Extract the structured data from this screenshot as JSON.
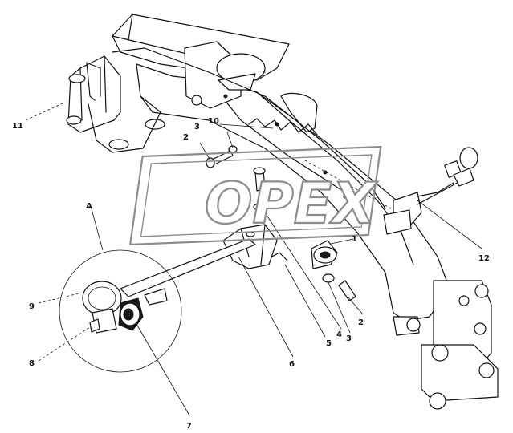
{
  "watermark": {
    "text": "OPEX",
    "color": "#8c8c8c"
  },
  "callouts": {
    "A": "A",
    "n1": "1",
    "n2a": "2",
    "n2b": "2",
    "n3a": "3",
    "n3b": "3",
    "n4": "4",
    "n5": "5",
    "n6": "6",
    "n7": "7",
    "n8": "8",
    "n9": "9",
    "n10": "10",
    "n11": "11",
    "n12": "12"
  }
}
